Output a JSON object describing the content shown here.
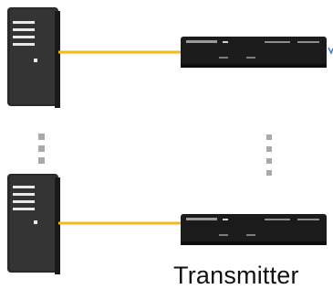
{
  "diagram": {
    "caption": "Transmitter",
    "colors": {
      "cable": "#f2b81d",
      "device_body": "#1b1b1b",
      "tower_front": "#2a2a2a",
      "dots": "#a9a9a9",
      "accent": "#3a7bd5"
    },
    "nodes": [
      {
        "id": "computer-top",
        "kind": "computer-tower-icon"
      },
      {
        "id": "computer-bottom",
        "kind": "computer-tower-icon"
      },
      {
        "id": "transmitter-top",
        "kind": "kvm-transmitter-icon"
      },
      {
        "id": "transmitter-bottom",
        "kind": "kvm-transmitter-icon"
      }
    ],
    "edges": [
      {
        "from": "computer-top",
        "to": "transmitter-top"
      },
      {
        "from": "computer-bottom",
        "to": "transmitter-bottom"
      }
    ]
  }
}
